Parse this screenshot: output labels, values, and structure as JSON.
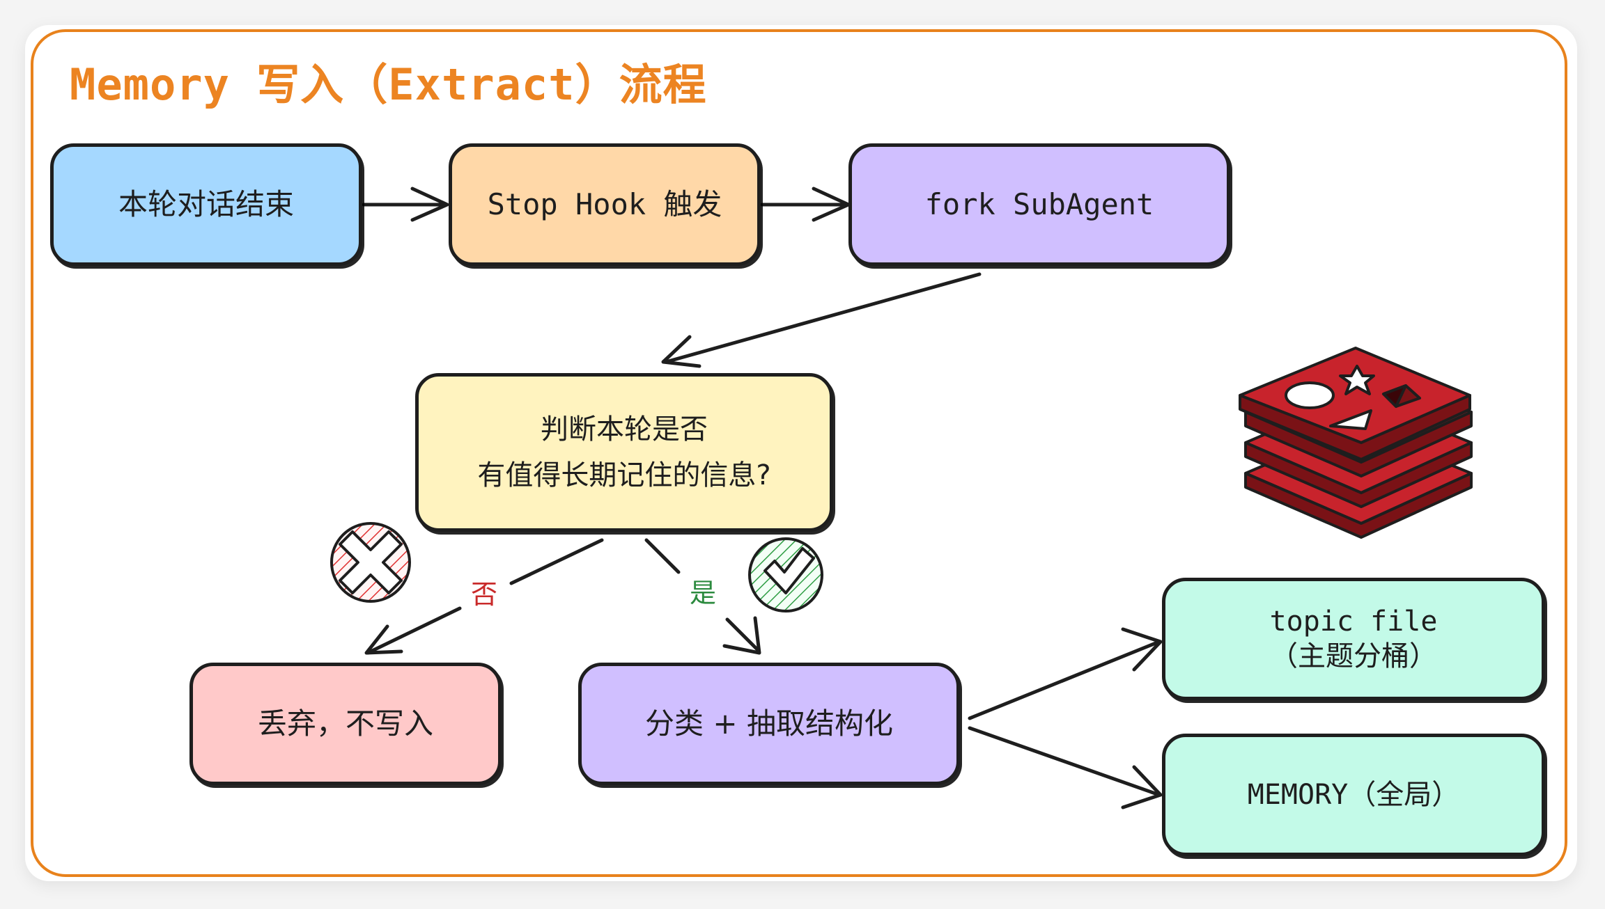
{
  "title": "Memory 写入（Extract）流程",
  "nodes": {
    "end_turn": "本轮对话结束",
    "stop_hook": "Stop Hook 触发",
    "fork": "fork SubAgent",
    "decide_line1": "判断本轮是否",
    "decide_line2": "有值得长期记住的信息?",
    "discard": "丢弃，不写入",
    "classify": "分类 + 抽取结构化",
    "topic_line1": "topic file",
    "topic_line2": "（主题分桶）",
    "memory": "MEMORY（全局）"
  },
  "edge_labels": {
    "no": "否",
    "yes": "是"
  },
  "colors": {
    "frame": "#e8821c",
    "end_turn": "#a5d8ff",
    "stop_hook": "#ffd8a8",
    "fork": "#d0bfff",
    "decide": "#fff3bf",
    "discard": "#ffc9c9",
    "classify": "#d0bfff",
    "storage": "#c3fae8",
    "no_label": "#c92a2a",
    "yes_label": "#2b8a3e",
    "stack_icon": "#c8232c"
  },
  "icons": [
    "cross-circle-icon",
    "check-circle-icon",
    "stacked-layers-icon"
  ]
}
